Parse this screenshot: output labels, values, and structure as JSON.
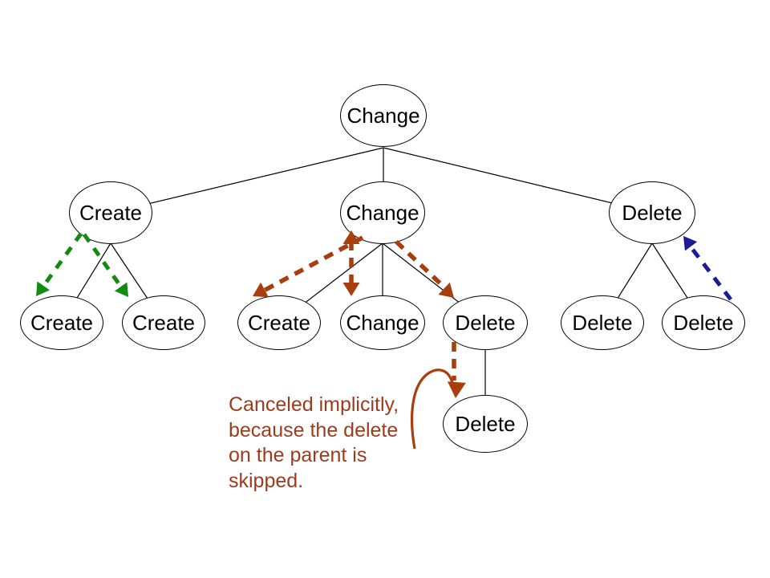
{
  "slide": {
    "background": "#ffffff"
  },
  "colors": {
    "node_border": "#000000",
    "node_text": "#000000",
    "tree_edge": "#000000",
    "green_arrow": "#118c11",
    "brown_arrow": "#a83e0e",
    "navy_arrow": "#1c1c96",
    "annotation_text": "#9e3b1c"
  },
  "nodes": {
    "root": {
      "label": "Change"
    },
    "l2_create": {
      "label": "Create"
    },
    "l2_change": {
      "label": "Change"
    },
    "l2_delete": {
      "label": "Delete"
    },
    "l3_create_a": {
      "label": "Create"
    },
    "l3_create_b": {
      "label": "Create"
    },
    "l3_create_c": {
      "label": "Create"
    },
    "l3_change": {
      "label": "Change"
    },
    "l3_delete_a": {
      "label": "Delete"
    },
    "l3_delete_b": {
      "label": "Delete"
    },
    "l3_delete_c": {
      "label": "Delete"
    },
    "l4_delete": {
      "label": "Delete"
    }
  },
  "structure": {
    "tree_edges": [
      {
        "from": "root",
        "to": "l2_create"
      },
      {
        "from": "root",
        "to": "l2_change"
      },
      {
        "from": "root",
        "to": "l2_delete"
      },
      {
        "from": "l2_create",
        "to": "l3_create_a"
      },
      {
        "from": "l2_create",
        "to": "l3_create_b"
      },
      {
        "from": "l2_change",
        "to": "l3_create_c"
      },
      {
        "from": "l2_change",
        "to": "l3_change"
      },
      {
        "from": "l2_change",
        "to": "l3_delete_a"
      },
      {
        "from": "l2_delete",
        "to": "l3_delete_b"
      },
      {
        "from": "l2_delete",
        "to": "l3_delete_c"
      },
      {
        "from": "l3_delete_a",
        "to": "l4_delete"
      }
    ],
    "dashed_arrows": [
      {
        "color": "green",
        "from": "l2_create",
        "to": "l3_create_a",
        "direction": "down"
      },
      {
        "color": "green",
        "from": "l2_create",
        "to": "l3_create_b",
        "direction": "down"
      },
      {
        "color": "brown",
        "from": "l2_change",
        "to": "l3_create_c",
        "direction": "down"
      },
      {
        "color": "brown",
        "from": "l2_change",
        "to": "l3_change",
        "direction": "both"
      },
      {
        "color": "brown",
        "from": "l2_change",
        "to": "l3_delete_a",
        "direction": "down"
      },
      {
        "color": "brown",
        "from": "l3_delete_a",
        "to": "l4_delete",
        "direction": "down"
      },
      {
        "color": "navy",
        "from": "l3_delete_c",
        "to": "l2_delete",
        "direction": "up"
      }
    ]
  },
  "annotation": {
    "lines": [
      "Canceled implicitly,",
      "because the delete",
      "on the parent is",
      "skipped."
    ]
  }
}
